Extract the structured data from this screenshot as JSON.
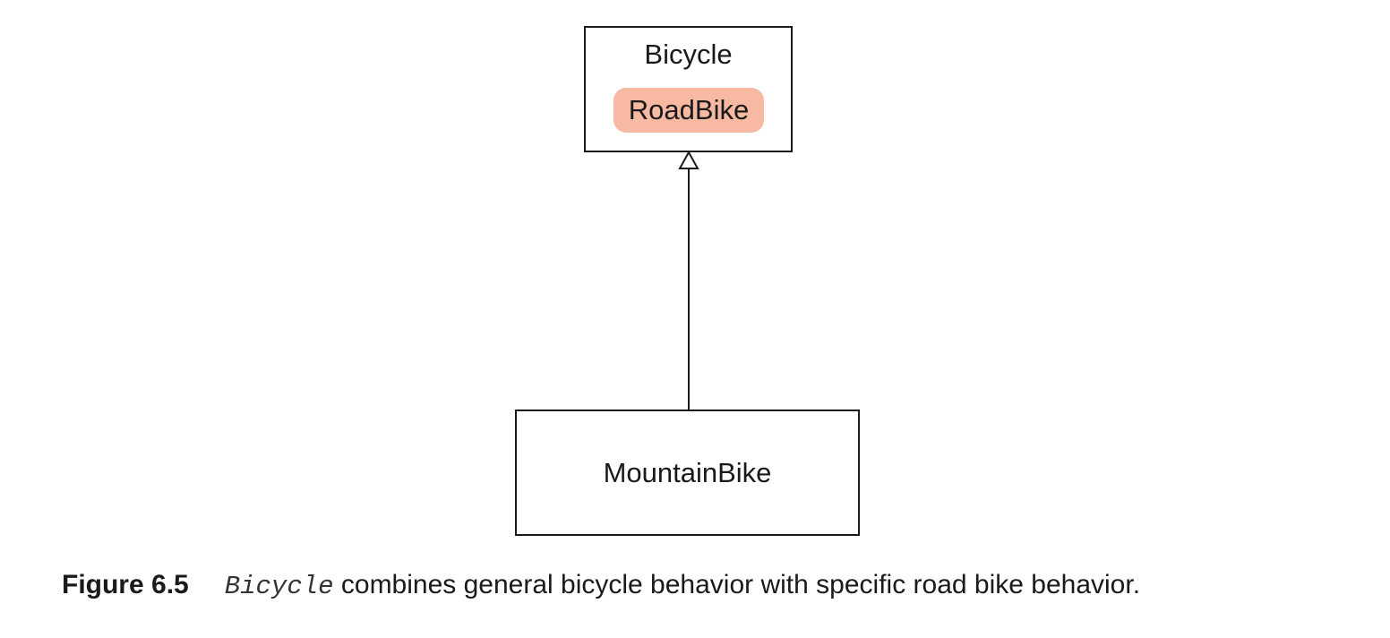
{
  "diagram": {
    "parent_class": {
      "name": "Bicycle",
      "highlighted_member": "RoadBike",
      "highlight_color": "#f7b9a2"
    },
    "child_class": {
      "name": "MountainBike"
    },
    "relationship": "inheritance"
  },
  "caption": {
    "label": "Figure 6.5",
    "code": "Bicycle",
    "text": " combines general bicycle behavior with specific road bike behavior."
  }
}
